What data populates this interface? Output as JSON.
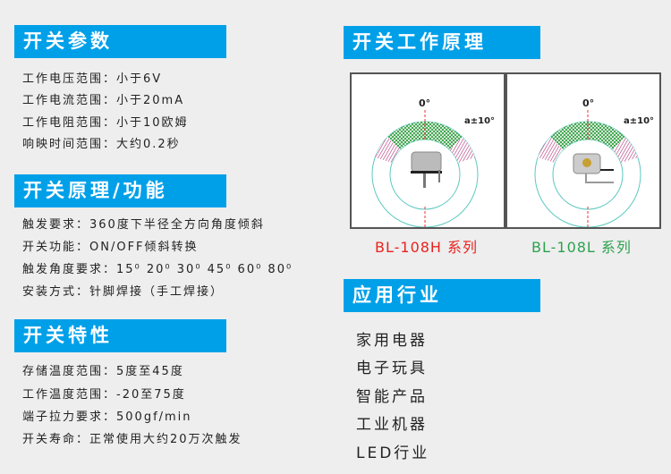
{
  "params": {
    "title": "开关参数",
    "lines": [
      "工作电压范围：小于6V",
      "工作电流范围：小于20mA",
      "工作电阻范围：小于10欧姆",
      "响映时间范围：大约0.2秒"
    ]
  },
  "principle": {
    "title": "开关原理/功能",
    "lines": [
      "触发要求：360度下半径全方向角度倾斜",
      "开关功能：ON/OFF倾斜转换",
      "触发角度要求：15⁰ 20⁰ 30⁰ 45⁰ 60⁰ 80⁰",
      "安装方式：针脚焊接（手工焊接）"
    ]
  },
  "features": {
    "title": "开关特性",
    "lines": [
      "存储温度范围：5度至45度",
      "工作温度范围：-20至75度",
      "端子拉力要求：500gf/min",
      "开关寿命：正常使用大约20万次触发"
    ]
  },
  "working": {
    "title": "开关工作原理",
    "zero": "0°",
    "tol": "a±10°",
    "h_caption": "BL-108H 系列",
    "l_caption": "BL-108L 系列",
    "h_color": "#e8231f",
    "l_color": "#2ca24f"
  },
  "industry": {
    "title": "应用行业",
    "items": [
      "家用电器",
      "电子玩具",
      "智能产品",
      "工业机器",
      "LED行业"
    ]
  },
  "colors": {
    "accent": "#00a0e9"
  }
}
